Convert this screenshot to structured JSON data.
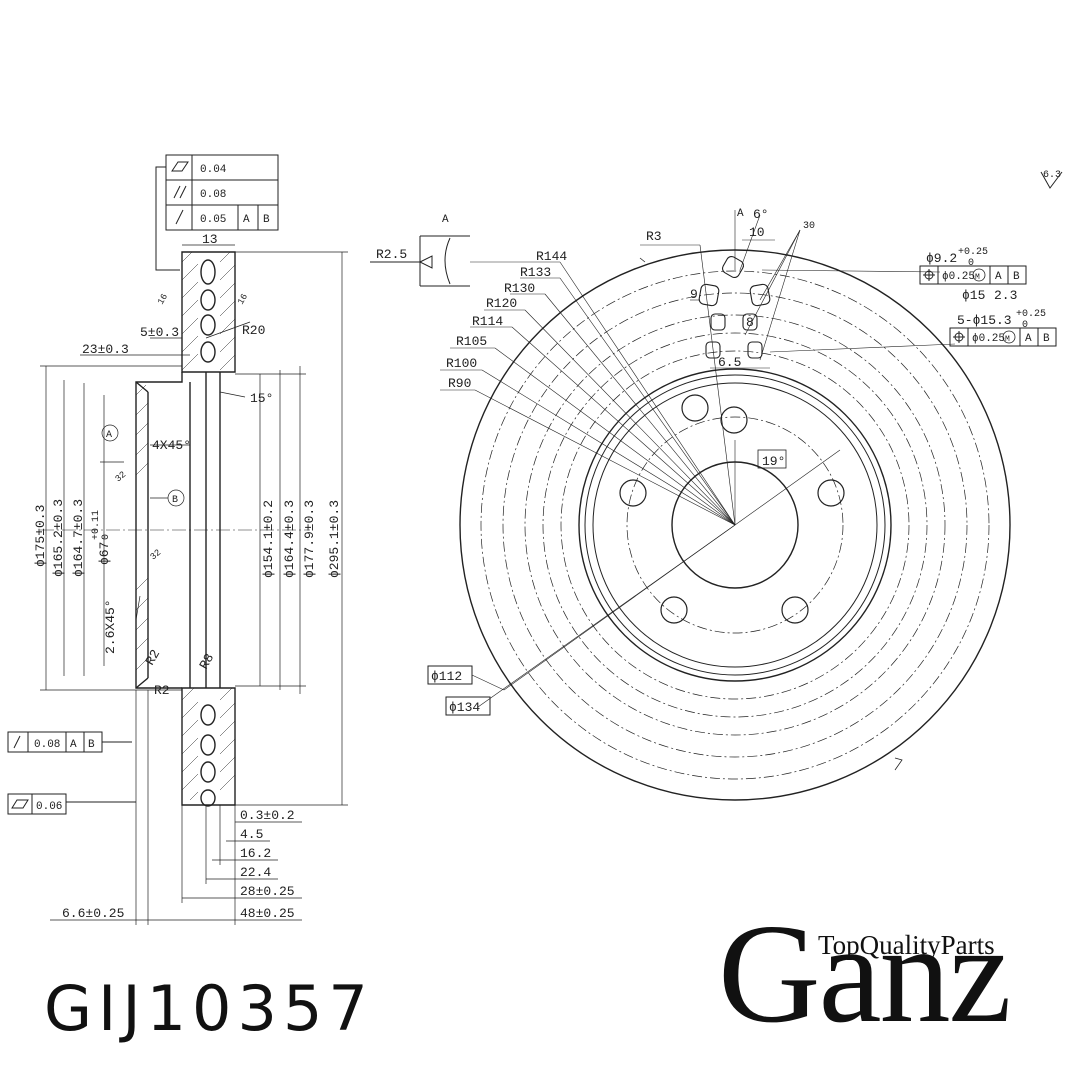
{
  "part_number": "GIJ10357",
  "brand": {
    "name": "Ganz",
    "tagline": "TopQualityParts"
  },
  "surface_finish": "6.3",
  "section_view": {
    "tolerances": [
      "0.04",
      "0.08",
      "0.05"
    ],
    "datums": [
      "A",
      "B"
    ],
    "diameters": [
      "ϕ175±0.3",
      "ϕ165.2±0.3",
      "ϕ164.7±0.3",
      "ϕ67",
      "ϕ154.1±0.2",
      "ϕ164.4±0.3",
      "ϕ177.9±0.3",
      "ϕ295.1±0.3"
    ],
    "dia67_tol_upper": "+0.11",
    "dia67_tol_lower": "0",
    "top_dims": [
      "13",
      "5±0.3",
      "23±0.3",
      "R20",
      "15°",
      "4X45°",
      "2.6X45°",
      "R2",
      "R2",
      "R8"
    ],
    "bottom_dims": [
      "0.3±0.2",
      "4.5",
      "16.2",
      "22.4",
      "28±0.25",
      "48±0.25",
      "6.6±0.25"
    ],
    "side_tolerances": [
      "0.08",
      "0.06"
    ],
    "roughness": [
      "16",
      "16",
      "32",
      "32"
    ]
  },
  "detail_a": {
    "label": "A",
    "radius": "R2.5"
  },
  "front_view": {
    "radii": [
      "R3",
      "R144",
      "R133",
      "R130",
      "R120",
      "R114",
      "R105",
      "R100",
      "R90"
    ],
    "top_dims": [
      "A",
      "6°",
      "10",
      "30",
      "9",
      "8",
      "6.5"
    ],
    "angle": "19°",
    "holes": [
      "ϕ9.2",
      "ϕ0.25",
      "ϕ15",
      "2.3",
      "5-ϕ15.3",
      "ϕ0.25"
    ],
    "hole_tol_upper": "+0.25",
    "hole_tol_lower": "0",
    "modifier": "M",
    "diameters": [
      "ϕ112",
      "ϕ134"
    ]
  }
}
